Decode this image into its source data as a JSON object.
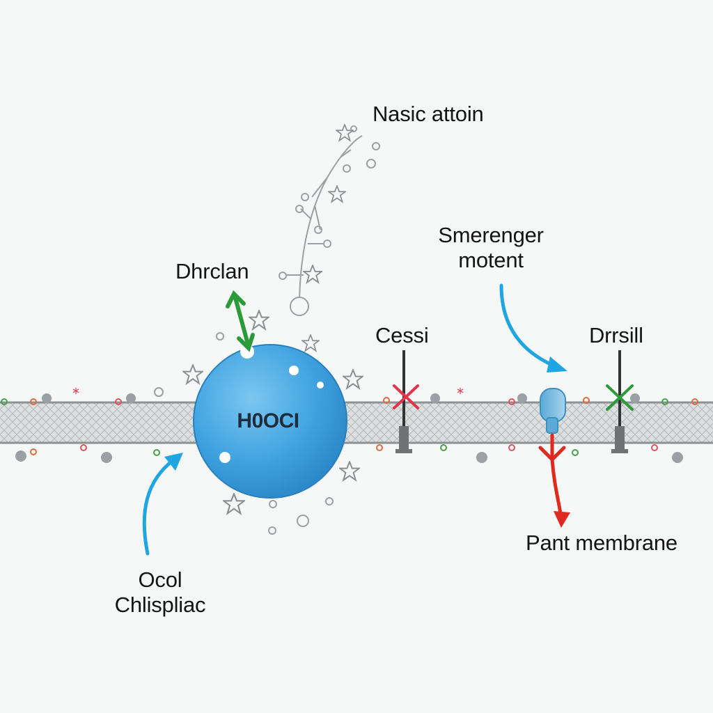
{
  "labels": {
    "nasic_attoin": "Nasic attoin",
    "dhrclan": "Dhrclan",
    "smerenger_line1": "Smerenger",
    "smerenger_line2": "motent",
    "cessi": "Cessi",
    "drrsill": "Drrsill",
    "pant_membrane": "Pant membrane",
    "ocol_line1": "Ocol",
    "ocol_line2": "Chlispliac",
    "molecule": "H0OCI"
  },
  "colors": {
    "background": "#f6f8f8",
    "membrane_fill": "#d9dcdc",
    "molecule_blue": "#3fa3e0",
    "arrow_blue": "#1fa6e2",
    "arrow_green": "#2d9a3a",
    "arrow_red": "#e0291f",
    "gate_red": "#e0344a",
    "gate_green": "#2e9a3a"
  },
  "icons": [
    "star-particle-icon",
    "ring-particle-icon",
    "x-gate-icon",
    "receptor-channel-icon"
  ]
}
